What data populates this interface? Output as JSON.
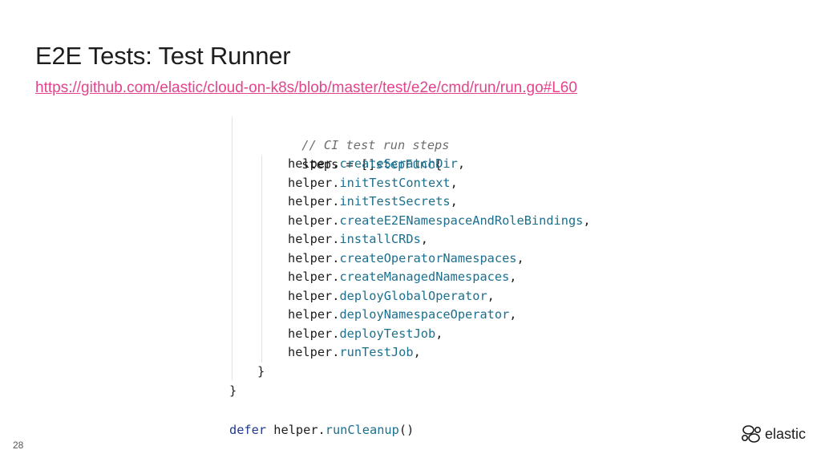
{
  "slide": {
    "title": "E2E Tests: Test Runner",
    "link": "https://github.com/elastic/cloud-on-k8s/blob/master/test/e2e/cmd/run/run.go#L60",
    "page_number": "28",
    "logo_text": "elastic",
    "colors": {
      "link": "#e4438d",
      "function": "#1d6f8e",
      "comment": "#6e6e6e",
      "keyword": "#1e3a8a"
    }
  },
  "code": {
    "comment": "// CI test run steps",
    "steps_open_a": "steps = []",
    "steps_open_type": "stepFunc",
    "steps_open_b": "{",
    "helper_prefix": "helper.",
    "helpers": [
      "createScratchDir",
      "initTestContext",
      "initTestSecrets",
      "createE2ENamespaceAndRoleBindings",
      "installCRDs",
      "createOperatorNamespaces",
      "createManagedNamespaces",
      "deployGlobalOperator",
      "deployNamespaceOperator",
      "deployTestJob",
      "runTestJob"
    ],
    "comma": ",",
    "close_inner": "}",
    "close_outer": "}",
    "defer_kw": "defer",
    "defer_obj": " helper.",
    "defer_fn": "runCleanup",
    "defer_parens": "()"
  }
}
